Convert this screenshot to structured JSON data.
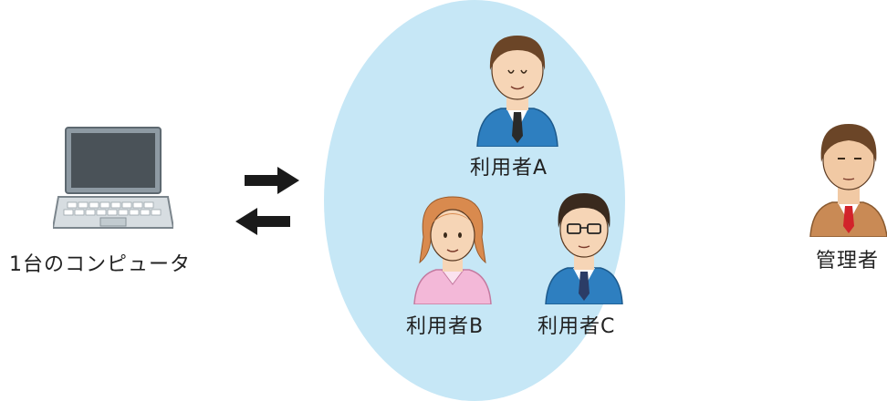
{
  "computer": {
    "label": "1台のコンピュータ"
  },
  "group": {
    "users": [
      {
        "label": "利用者A"
      },
      {
        "label": "利用者B"
      },
      {
        "label": "利用者C"
      }
    ]
  },
  "admin": {
    "label": "管理者"
  },
  "colors": {
    "circle": "#c6e7f6",
    "arrow": "#1a1a1a",
    "suit_blue": "#2e7fc0",
    "suit_brown": "#c98a55",
    "shirt_pink": "#f3b8d8"
  }
}
